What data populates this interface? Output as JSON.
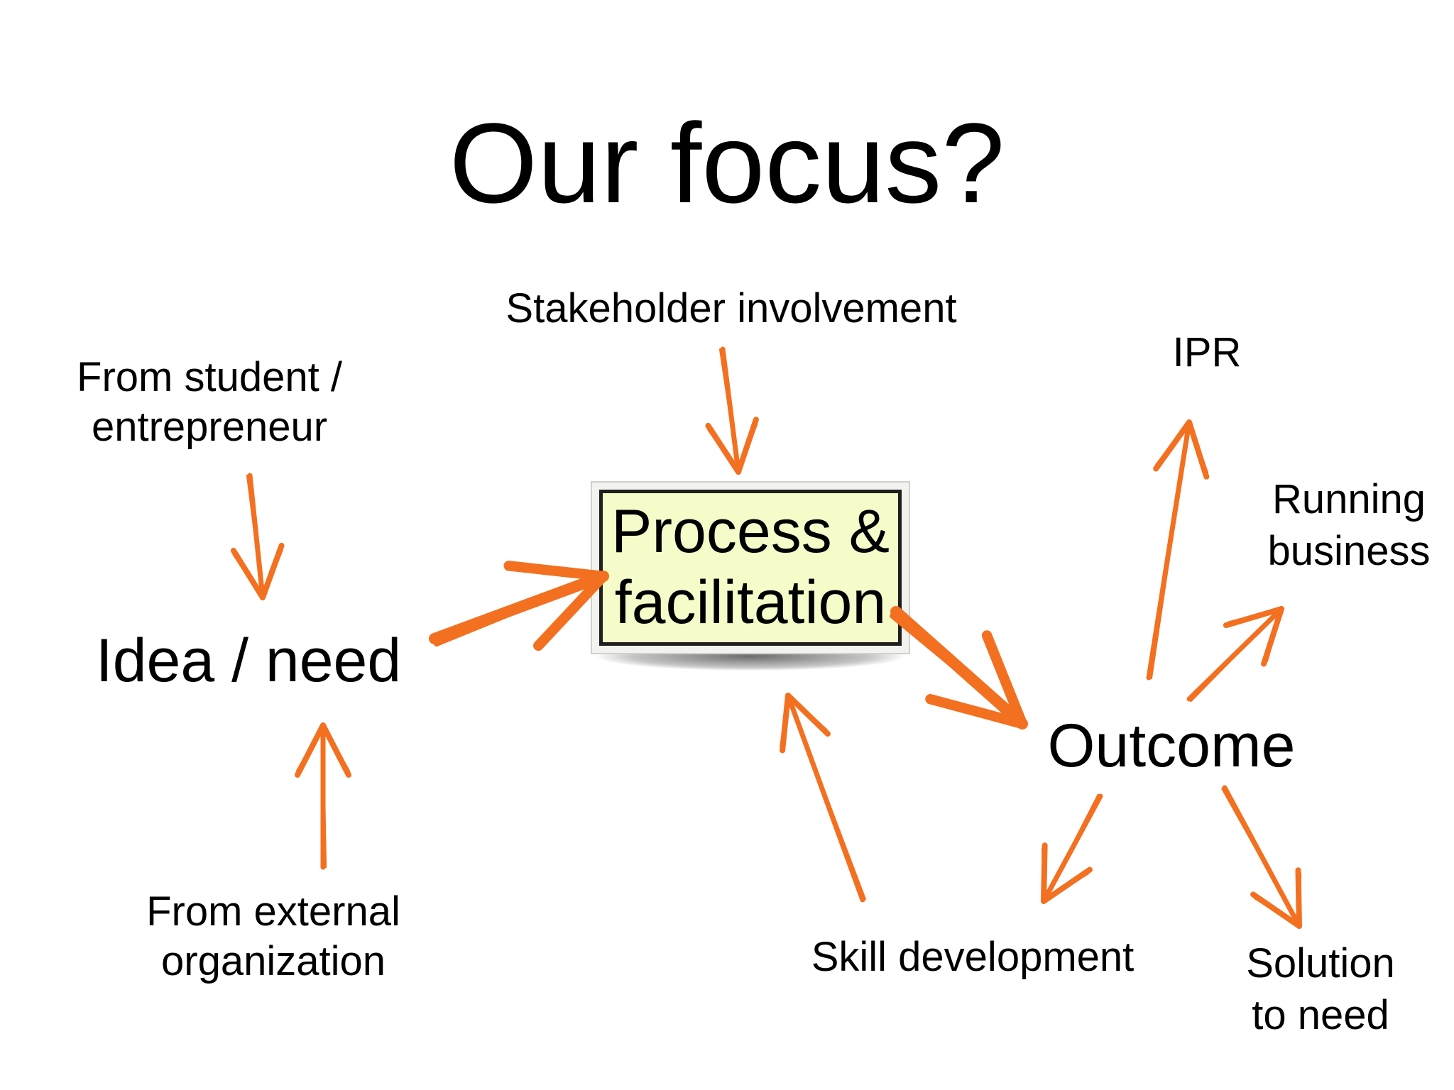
{
  "title": "Our focus?",
  "nodes": {
    "stakeholder": "Stakeholder involvement",
    "from_student": [
      "From student /",
      "entrepreneur"
    ],
    "idea": "Idea / need",
    "from_external": [
      "From external",
      "organization"
    ],
    "process": [
      "Process &",
      "facilitation"
    ],
    "outcome": "Outcome",
    "ipr": "IPR",
    "running_business": [
      "Running",
      "business"
    ],
    "skill_development": "Skill development",
    "solution": [
      "Solution",
      "to need"
    ]
  },
  "colors": {
    "arrow": "#f37021",
    "process_fill": "#f5fcc9",
    "process_border": "#1f1f1f",
    "text": "#000000"
  },
  "edges": [
    {
      "from": "stakeholder",
      "to": "process"
    },
    {
      "from": "from_student",
      "to": "idea"
    },
    {
      "from": "from_external",
      "to": "idea"
    },
    {
      "from": "idea",
      "to": "process"
    },
    {
      "from": "process",
      "to": "outcome"
    },
    {
      "from": "skill_development",
      "to": "process"
    },
    {
      "from": "outcome",
      "to": "ipr"
    },
    {
      "from": "outcome",
      "to": "running_business"
    },
    {
      "from": "outcome",
      "to": "skill_development"
    },
    {
      "from": "outcome",
      "to": "solution"
    }
  ]
}
